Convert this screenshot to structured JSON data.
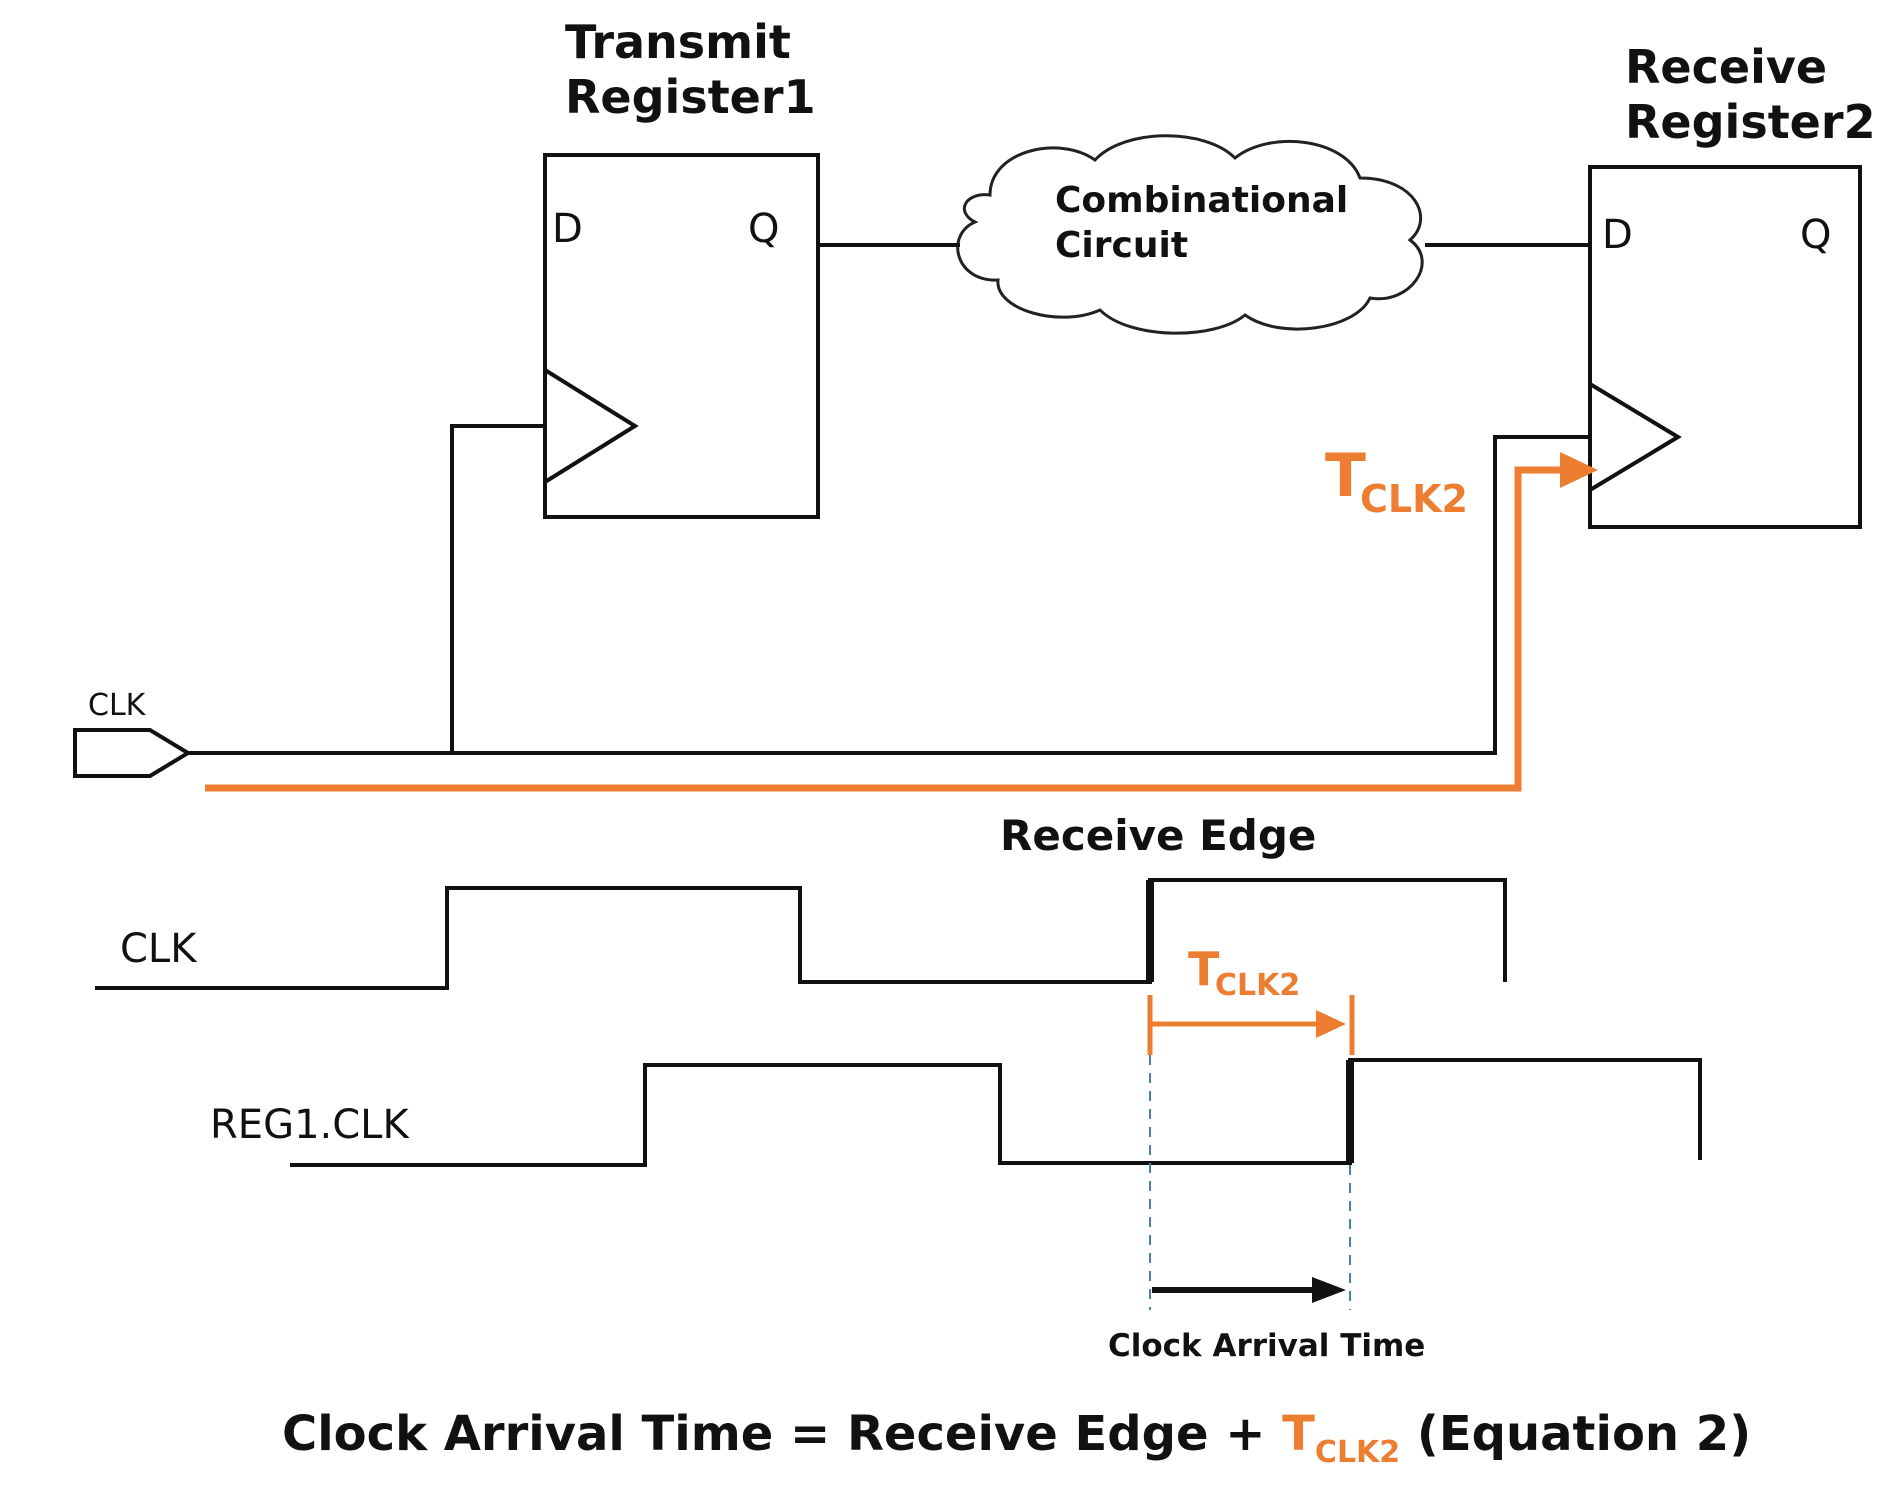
{
  "colors": {
    "accent": "#ED7D31",
    "ink": "#111111",
    "guide": "#4A7FB5"
  },
  "registers": {
    "transmit": {
      "title_line1": "Transmit",
      "title_line2": "Register1",
      "pin_d": "D",
      "pin_q": "Q"
    },
    "receive": {
      "title_line1": "Receive",
      "title_line2": "Register2",
      "pin_d": "D",
      "pin_q": "Q"
    }
  },
  "cloud": {
    "line1": "Combinational",
    "line2": "Circuit"
  },
  "clk_port": {
    "label": "CLK"
  },
  "tclk2": {
    "main": "T",
    "sub": "CLK2"
  },
  "timing": {
    "receive_edge_label": "Receive Edge",
    "clk_label": "CLK",
    "reg1_label": "REG1.CLK",
    "arrival_label": "Clock Arrival Time"
  },
  "equation": {
    "part1": "Clock Arrival Time = Receive Edge + ",
    "t_main": "T",
    "t_sub": "CLK2",
    "part2": " (Equation 2)"
  }
}
